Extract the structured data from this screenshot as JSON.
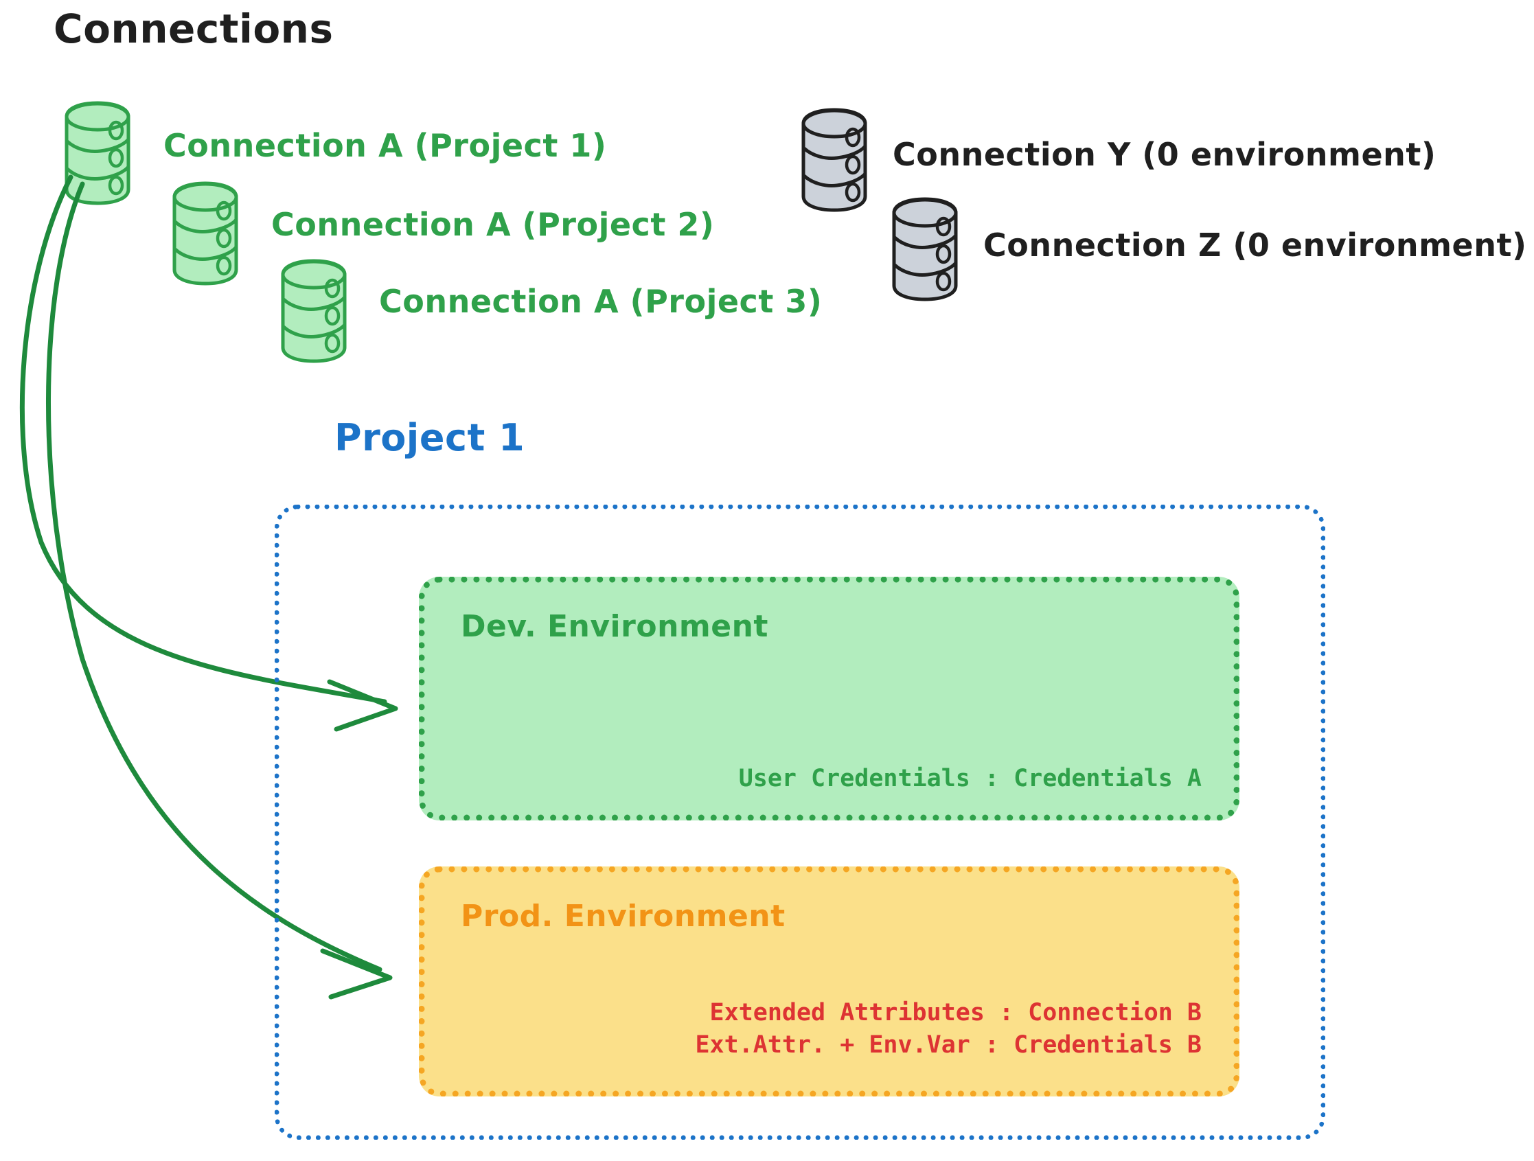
{
  "title": "Connections",
  "colors": {
    "green_stroke": "#2fa14a",
    "green_fill": "#b2edbe",
    "gray_stroke": "#1f1f1f",
    "gray_fill": "#ccd2da",
    "blue": "#1c73c8",
    "orange": "#f5a623",
    "orange_text": "#f29316",
    "yellow_fill": "#fbe08a",
    "red": "#dd3333",
    "black": "#1f1f1f"
  },
  "connections": {
    "green": [
      {
        "label": "Connection A (Project 1)"
      },
      {
        "label": "Connection A (Project 2)"
      },
      {
        "label": "Connection A (Project 3)"
      }
    ],
    "gray": [
      {
        "label": "Connection Y (0 environment)"
      },
      {
        "label": "Connection Z (0 environment)"
      }
    ]
  },
  "project": {
    "title": "Project 1",
    "environments": [
      {
        "name": "dev",
        "title": "Dev. Environment",
        "lines": [
          "User Credentials : Credentials A"
        ]
      },
      {
        "name": "prod",
        "title": "Prod. Environment",
        "lines": [
          "Extended Attributes : Connection B",
          "Ext.Attr. + Env.Var : Credentials B"
        ]
      }
    ]
  },
  "icons": {
    "database": "database-cylinder-icon",
    "arrow": "curved-arrow-icon"
  }
}
